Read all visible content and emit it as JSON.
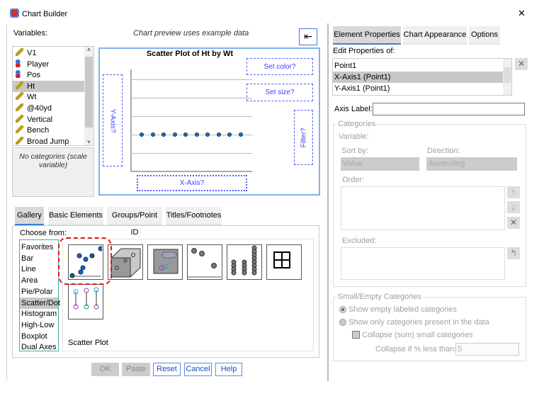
{
  "window": {
    "title": "Chart Builder",
    "close": "✕"
  },
  "left": {
    "variables_label": "Variables:",
    "preview_note": "Chart preview uses example data",
    "variables": [
      {
        "name": "V1",
        "type": "scale"
      },
      {
        "name": "Player",
        "type": "nominal"
      },
      {
        "name": "Pos",
        "type": "nominal"
      },
      {
        "name": "Ht",
        "type": "scale",
        "selected": true
      },
      {
        "name": "Wt",
        "type": "scale"
      },
      {
        "name": "@40yd",
        "type": "scale"
      },
      {
        "name": "Vertical",
        "type": "scale"
      },
      {
        "name": "Bench",
        "type": "scale"
      },
      {
        "name": "Broad Jump",
        "type": "scale"
      }
    ],
    "categories_note": "No categories (scale variable)",
    "preview": {
      "title": "Scatter Plot of Ht by Wt",
      "set_color": "Set color?",
      "set_size": "Set size?",
      "filter": "Filter?",
      "y_axis": "Y-Axis?",
      "x_axis": "X-Axis?"
    },
    "tabs": [
      {
        "label": "Gallery",
        "selected": true
      },
      {
        "label": "Basic Elements"
      },
      {
        "label": "Groups/Point ID"
      },
      {
        "label": "Titles/Footnotes"
      }
    ],
    "choose_from_label": "Choose from:",
    "chart_types": [
      "Favorites",
      "Bar",
      "Line",
      "Area",
      "Pie/Polar",
      "Scatter/Dot",
      "Histogram",
      "High-Low",
      "Boxplot",
      "Dual Axes"
    ],
    "selected_chart_type": "Scatter/Dot",
    "gallery_caption": "Scatter Plot",
    "buttons": {
      "ok": "OK",
      "paste": "Paste",
      "reset": "Reset",
      "cancel": "Cancel",
      "help": "Help"
    }
  },
  "right": {
    "tabs": [
      {
        "label": "Element Properties",
        "selected": true
      },
      {
        "label": "Chart Appearance"
      },
      {
        "label": "Options"
      }
    ],
    "edit_label": "Edit Properties of:",
    "elements": [
      "Point1",
      "X-Axis1 (Point1)",
      "Y-Axis1 (Point1)"
    ],
    "selected_element": "X-Axis1 (Point1)",
    "axis_label": "Axis Label:",
    "axis_label_value": "",
    "categories": {
      "title": "Categories",
      "variable": "Variable:",
      "sort_by": "Sort by:",
      "sort_value": "Value",
      "direction": "Direction:",
      "direction_value": "Ascending",
      "order": "Order:",
      "excluded": "Excluded:"
    },
    "small_empty": {
      "title": "Small/Empty Categories",
      "show_empty": "Show empty labeled categories",
      "show_only": "Show only categories present in the data",
      "collapse": "Collapse (sum) small categories",
      "collapse_if": "Collapse if % less than:",
      "collapse_value": "5"
    }
  },
  "colors": {
    "accent": "#3c7fd6",
    "drop_zone": "#4040ff",
    "highlight": "#e8141c"
  }
}
